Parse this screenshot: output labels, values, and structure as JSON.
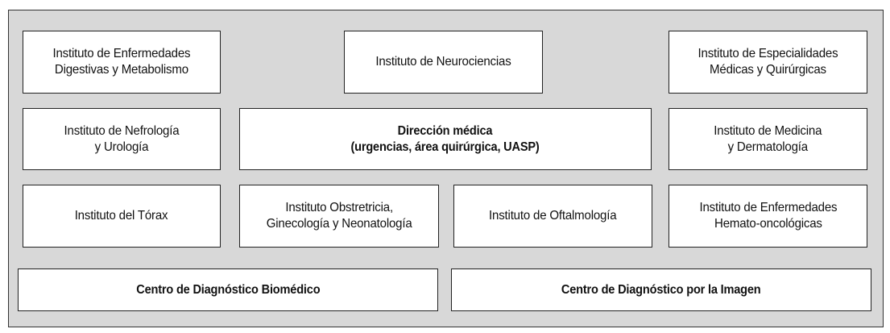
{
  "diagram": {
    "row1": {
      "digestivas": "Instituto de Enfermedades\nDigestivas y Metabolismo",
      "neurociencias": "Instituto de Neurociencias",
      "especialidades": "Instituto de Especialidades\nMédicas y Quirúrgicas"
    },
    "row2": {
      "nefrologia": "Instituto de Nefrología\ny Urología",
      "direccion": "Dirección médica\n(urgencias, área quirúrgica, UASP)",
      "medicina": "Instituto de Medicina\ny Dermatología"
    },
    "row3": {
      "torax": "Instituto del Tórax",
      "obstetricia": "Instituto Obstretricia,\nGinecología y Neonatología",
      "oftalmologia": "Instituto de Oftalmología",
      "hemato": "Instituto de Enfermedades\nHemato-oncológicas"
    },
    "row4": {
      "biomedico": "Centro de Diagnóstico Biomédico",
      "imagen": "Centro de Diagnóstico por la Imagen"
    }
  },
  "colors": {
    "panel_background": "#d8d8d8",
    "box_background": "#ffffff",
    "border": "#222222"
  }
}
